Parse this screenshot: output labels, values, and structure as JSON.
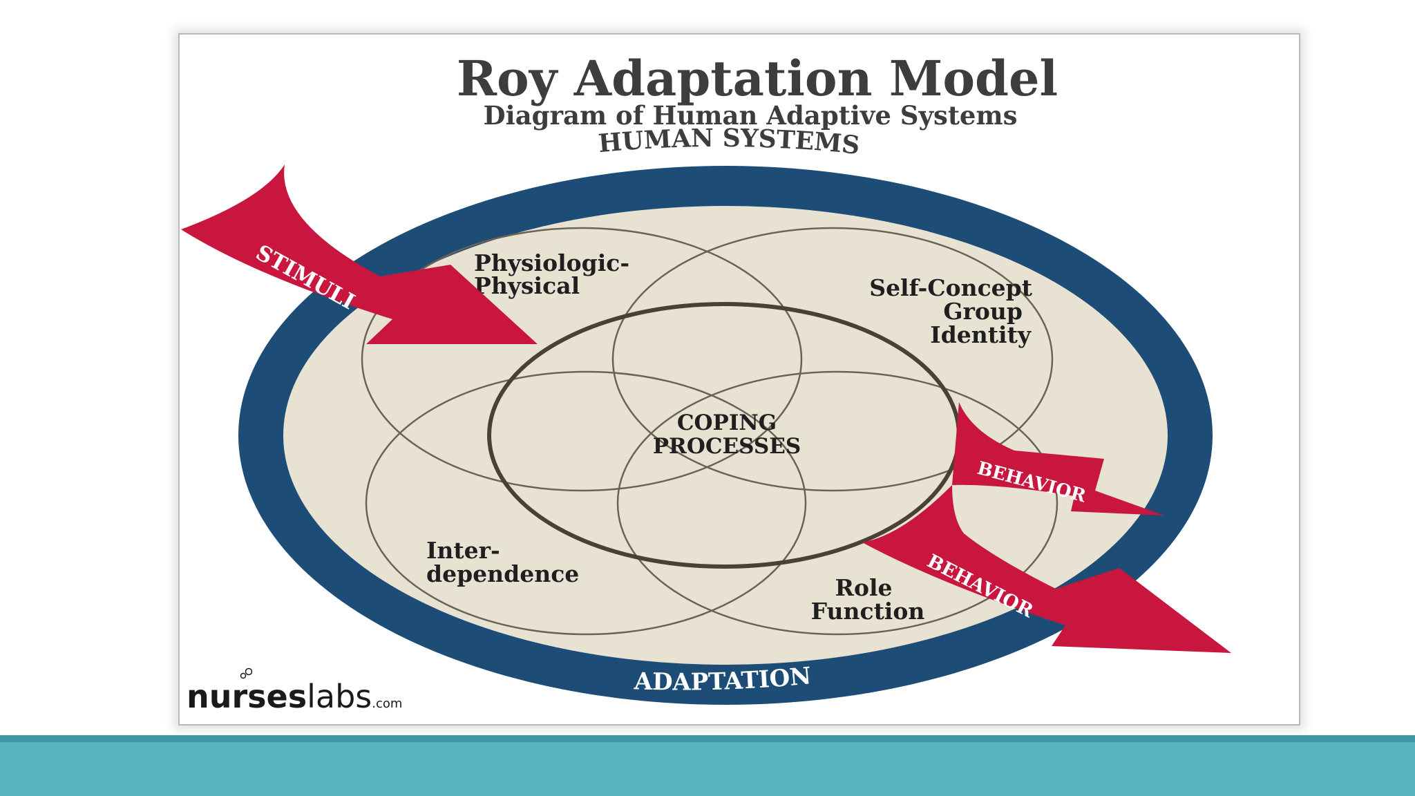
{
  "title": "Roy Adaptation Model",
  "subtitle": "Diagram of Human Adaptive Systems",
  "ring_top_label": "HUMAN SYSTEMS",
  "ring_bottom_label": "ADAPTATION",
  "modes": {
    "physiologic_line1": "Physiologic-",
    "physiologic_line2": "Physical",
    "self_concept_line1": "Self-Concept",
    "self_concept_line2": "Group",
    "self_concept_line3": "Identity",
    "interdependence_line1": "Inter-",
    "interdependence_line2": "dependence",
    "role_line1": "Role",
    "role_line2": "Function"
  },
  "center_line1": "COPING",
  "center_line2": "PROCESSES",
  "arrows": {
    "input": "STIMULI",
    "output_upper": "BEHAVIOR",
    "output_lower": "BEHAVIOR"
  },
  "logo": {
    "brand": "nurses",
    "brand2": "labs",
    "suffix": ".com"
  },
  "colors": {
    "ring": "#1d4d77",
    "inner_fill": "#e8e2d3",
    "arrow": "#c8163f",
    "footer": "#5ab4bd"
  }
}
